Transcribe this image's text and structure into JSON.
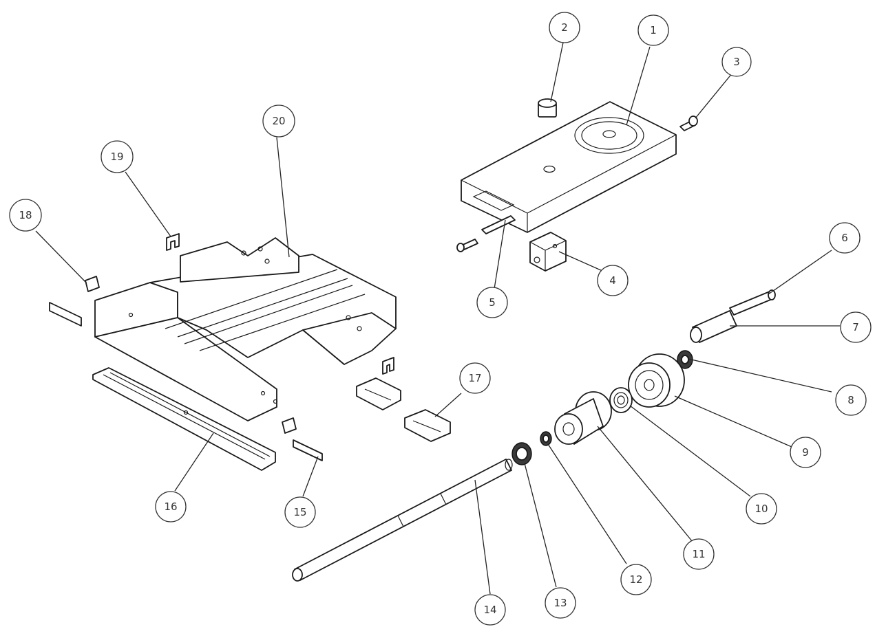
{
  "callouts": [
    {
      "label": "1"
    },
    {
      "label": "2"
    },
    {
      "label": "3"
    },
    {
      "label": "4"
    },
    {
      "label": "5"
    },
    {
      "label": "6"
    },
    {
      "label": "7"
    },
    {
      "label": "8"
    },
    {
      "label": "9"
    },
    {
      "label": "10"
    },
    {
      "label": "11"
    },
    {
      "label": "12"
    },
    {
      "label": "13"
    },
    {
      "label": "14"
    },
    {
      "label": "15"
    },
    {
      "label": "16"
    },
    {
      "label": "17"
    },
    {
      "label": "18"
    },
    {
      "label": "19"
    },
    {
      "label": "20"
    }
  ]
}
